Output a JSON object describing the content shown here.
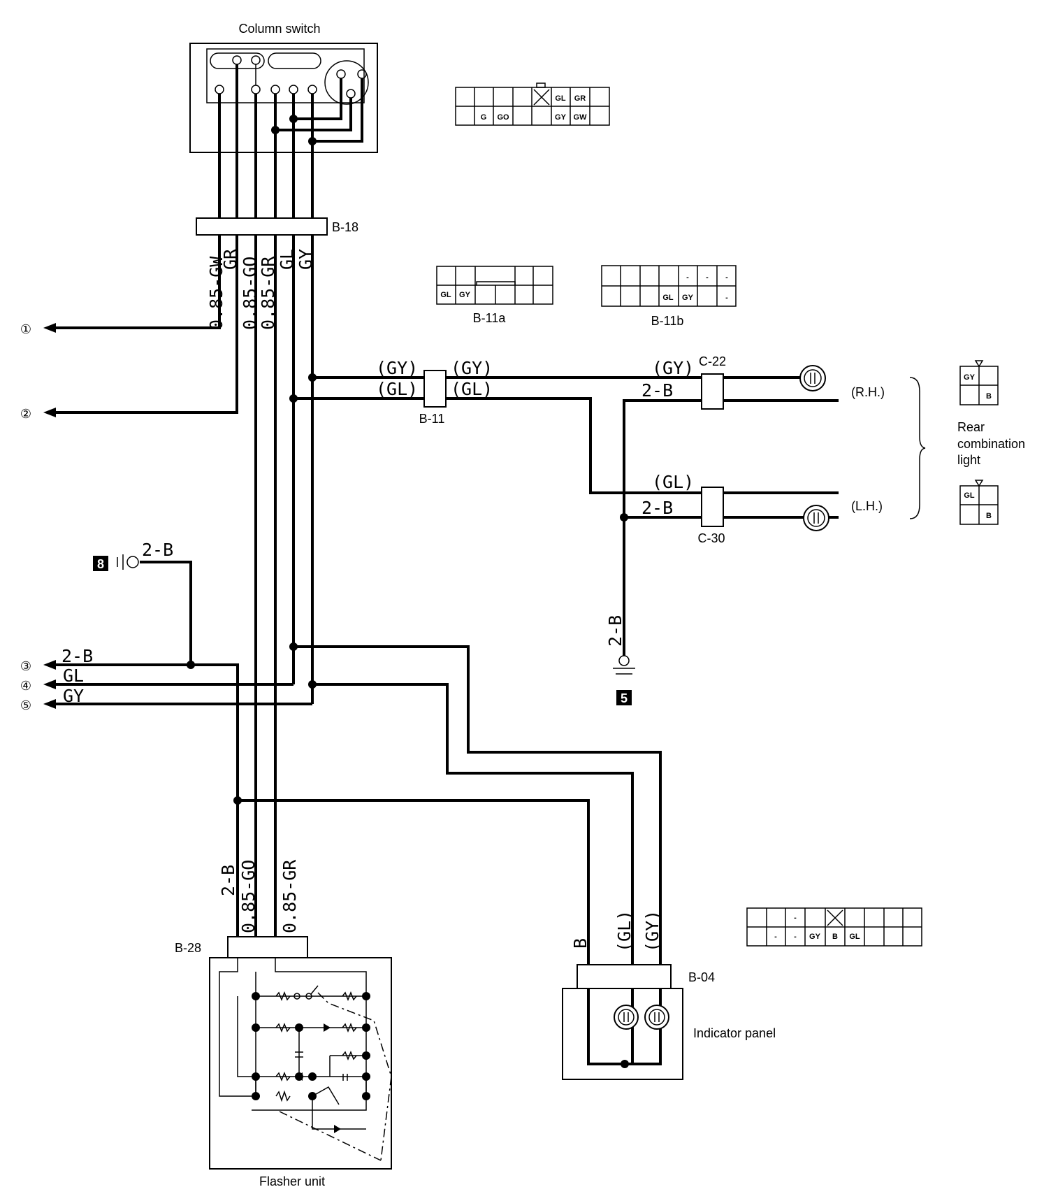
{
  "components": {
    "column_switch": "Column switch",
    "flasher_unit": "Flasher unit",
    "indicator_panel": "Indicator panel",
    "rear_combination_light": [
      "Rear",
      "combination",
      "light"
    ]
  },
  "connectors": {
    "b18": "B-18",
    "b11": "B-11",
    "b11a": "B-11a",
    "b11b": "B-11b",
    "b28": "B-28",
    "b04": "B-04",
    "c22": "C-22",
    "c30": "C-30"
  },
  "sides": {
    "rh": "(R.H.)",
    "lh": "(L.H.)"
  },
  "wire_labels": {
    "w_0_85_gw": "0.85-GW",
    "w_gr": "GR",
    "w_0_85_go": "0.85-GO",
    "w_0_85_gr": "0.85-GR",
    "w_gl": "GL",
    "w_gy": "GY",
    "w_gy_paren": "(GY)",
    "w_gl_paren": "(GL)",
    "w_2b": "2-B",
    "w_b": "B"
  },
  "off_page_refs": [
    "①",
    "②",
    "③",
    "④",
    "⑤"
  ],
  "grounds": [
    "8",
    "5"
  ],
  "pin_codes": {
    "column_switch_connector": {
      "top": [
        "GL",
        "GR"
      ],
      "bottom": [
        "G",
        "GO",
        "GY",
        "GW"
      ]
    },
    "b11a": [
      "GL",
      "GY"
    ],
    "b11b": [
      "GL",
      "GY",
      "-"
    ],
    "rear_rh": [
      "GY",
      "B"
    ],
    "rear_lh": [
      "GL",
      "B"
    ],
    "b04": [
      "-",
      "-",
      "GY",
      "B",
      "GL"
    ]
  }
}
